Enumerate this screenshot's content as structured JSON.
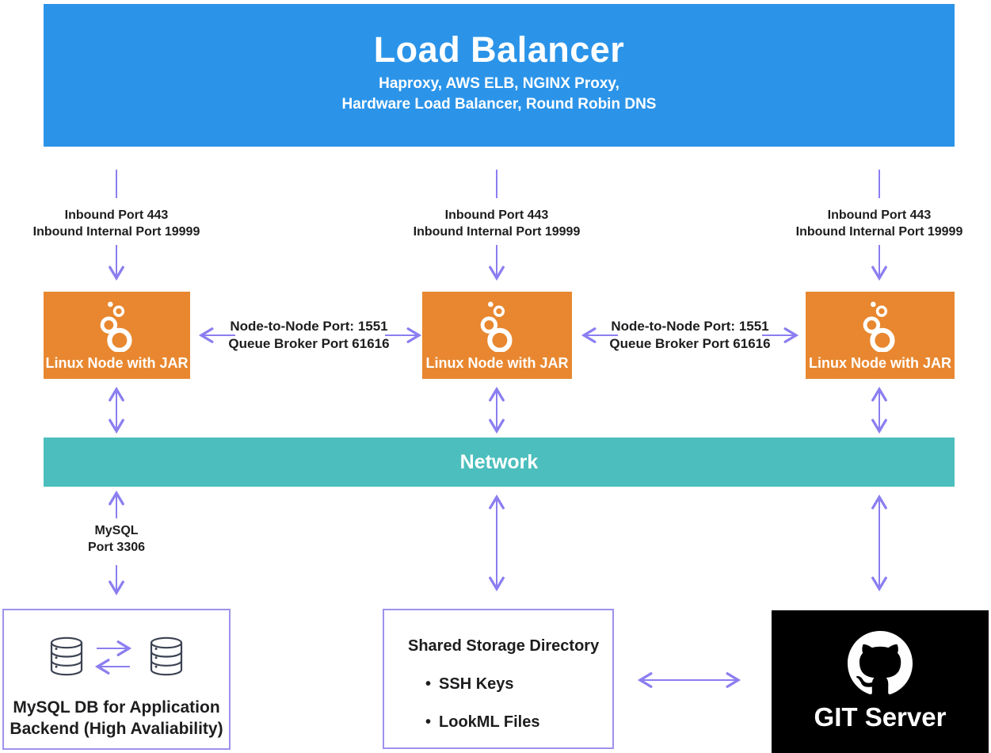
{
  "diagram": {
    "load_balancer": {
      "title": "Load Balancer",
      "subtitle_line1": "Haproxy, AWS ELB, NGINX Proxy,",
      "subtitle_line2": "Hardware Load Balancer, Round Robin DNS"
    },
    "inbound": {
      "line1": "Inbound Port 443",
      "line2": "Inbound Internal Port 19999"
    },
    "node": {
      "label": "Linux Node with JAR"
    },
    "node_link": {
      "line1": "Node-to-Node Port: 1551",
      "line2": "Queue Broker Port 61616"
    },
    "network": {
      "label": "Network"
    },
    "mysql_link": {
      "line1": "MySQL",
      "line2": "Port 3306"
    },
    "mysql_box": {
      "line1": "MySQL DB for Application",
      "line2": "Backend (High Avaliability)"
    },
    "storage_box": {
      "title": "Shared Storage Directory",
      "bullet": "•",
      "items": [
        "SSH Keys",
        "LookML Files"
      ]
    },
    "git_box": {
      "label": "GIT Server"
    },
    "colors": {
      "load_balancer_bg": "#2B94E9",
      "node_bg": "#E8872F",
      "network_bg": "#4BBEBD",
      "arrow": "#8B7EF0",
      "box_border": "#9D92EC",
      "git_bg": "#000000",
      "db_icon_stroke": "#3B4252",
      "text_dark": "#1D1D1F"
    }
  }
}
